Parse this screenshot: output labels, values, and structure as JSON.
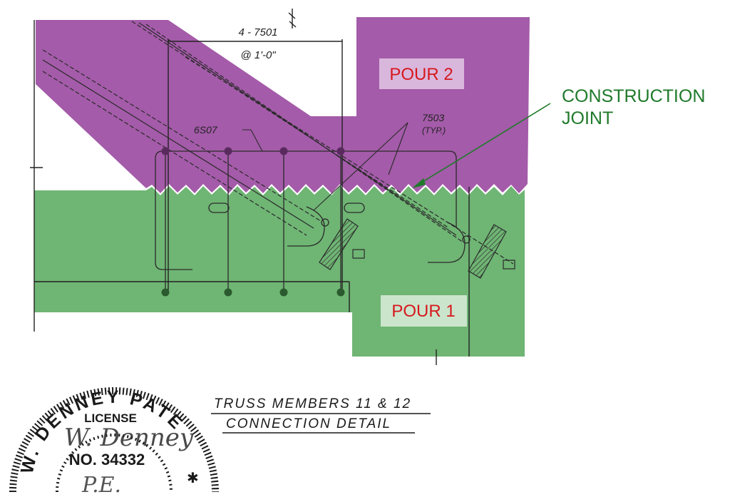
{
  "colors": {
    "pour2_fill": "#a45ba9",
    "pour1_fill": "#6fb574",
    "pour_label_text": "#d6181e",
    "joint_annotation": "#1f7a2a",
    "linework": "#222222"
  },
  "pours": {
    "pour2": {
      "label": "POUR 2"
    },
    "pour1": {
      "label": "POUR 1"
    }
  },
  "construction_joint": {
    "line1": "CONSTRUCTION",
    "line2": "JOINT"
  },
  "rebar_callouts": {
    "bars_count": "4 - 7501",
    "bars_spacing": "@ 1'-0\"",
    "stirrup_mark": "6S07",
    "hook_mark": "7503",
    "hook_note": "(TYP.)"
  },
  "detail_title": {
    "line1": "TRUSS MEMBERS 11 & 12",
    "line2": "CONNECTION DETAIL"
  },
  "seal": {
    "name": "W. DENNEY PATE",
    "license_label": "LICENSE",
    "license_number": "NO. 34332",
    "signature": "W. Denney",
    "signature_initials": "P.E."
  }
}
